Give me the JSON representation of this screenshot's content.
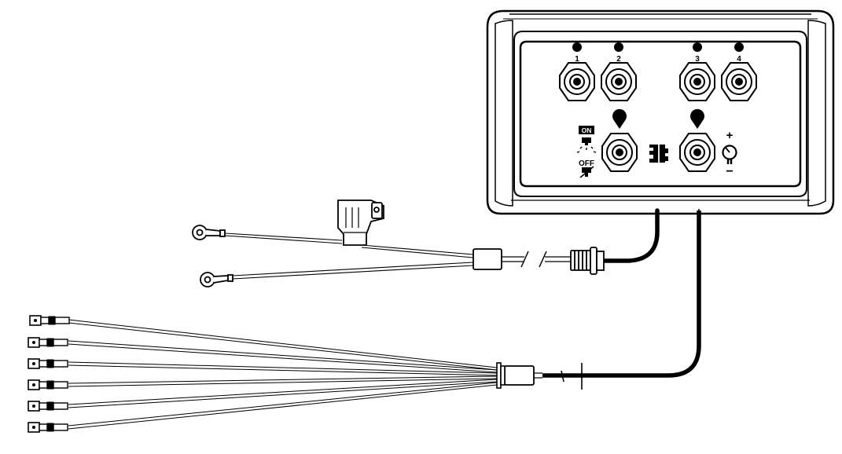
{
  "control_box": {
    "port_labels": [
      "1",
      "2",
      "3",
      "4"
    ],
    "on_label": "ON",
    "off_label": "OFF",
    "plus_sign": "+",
    "minus_sign": "−"
  },
  "colors": {
    "stroke": "#000000",
    "background": "#ffffff",
    "cable": "#111111"
  },
  "icons": {
    "gauge": "gauge-icon",
    "connector": "connector-icon",
    "switch": "switch-icon",
    "ring_terminal": "ring-terminal-icon",
    "spade_terminal": "spade-terminal-icon",
    "fuse_holder": "fuse-holder-icon"
  },
  "wiring": {
    "ring_terminal_count": 2,
    "spade_terminal_count": 6
  }
}
